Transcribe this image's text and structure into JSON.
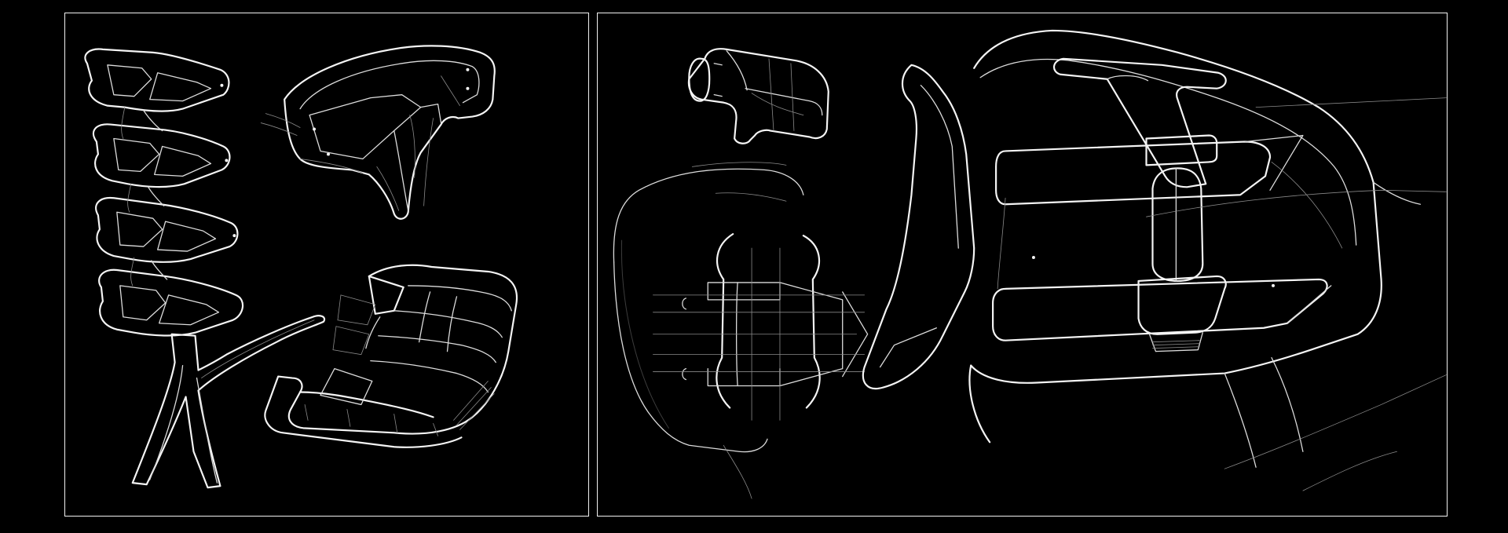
{
  "sheet": {
    "background": "#000000",
    "line_color": "#f4f4f4",
    "panels": [
      {
        "id": "left",
        "content": "seat-component-sketches"
      },
      {
        "id": "right",
        "content": "interior-dashboard-sketches"
      }
    ]
  }
}
